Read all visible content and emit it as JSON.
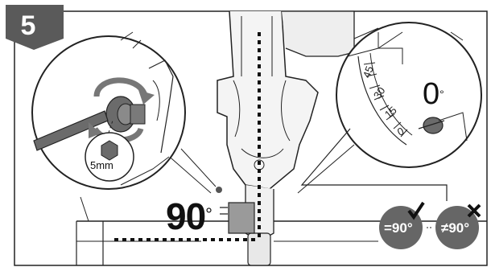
{
  "step": {
    "number": "5"
  },
  "angle_label": {
    "value": "90",
    "unit": "°"
  },
  "scale": {
    "zero": "0",
    "zero_unit": "°",
    "marks": [
      "45",
      "30",
      "15",
      "0"
    ]
  },
  "tool": {
    "key_size": "5mm"
  },
  "result_badges": {
    "correct": "=90°",
    "incorrect": "≠90°"
  },
  "colors": {
    "badge_bg": "#5a5a5a",
    "ink": "#1a1a1a",
    "tool_gray": "#6b6b6b",
    "indicator_gray": "#9a9a9a",
    "correct_bg": "#666666",
    "incorrect_bg": "#666666"
  },
  "icons": [
    "rotate-arrows-icon",
    "hex-icon",
    "check-mark-icon",
    "cross-mark-icon"
  ]
}
